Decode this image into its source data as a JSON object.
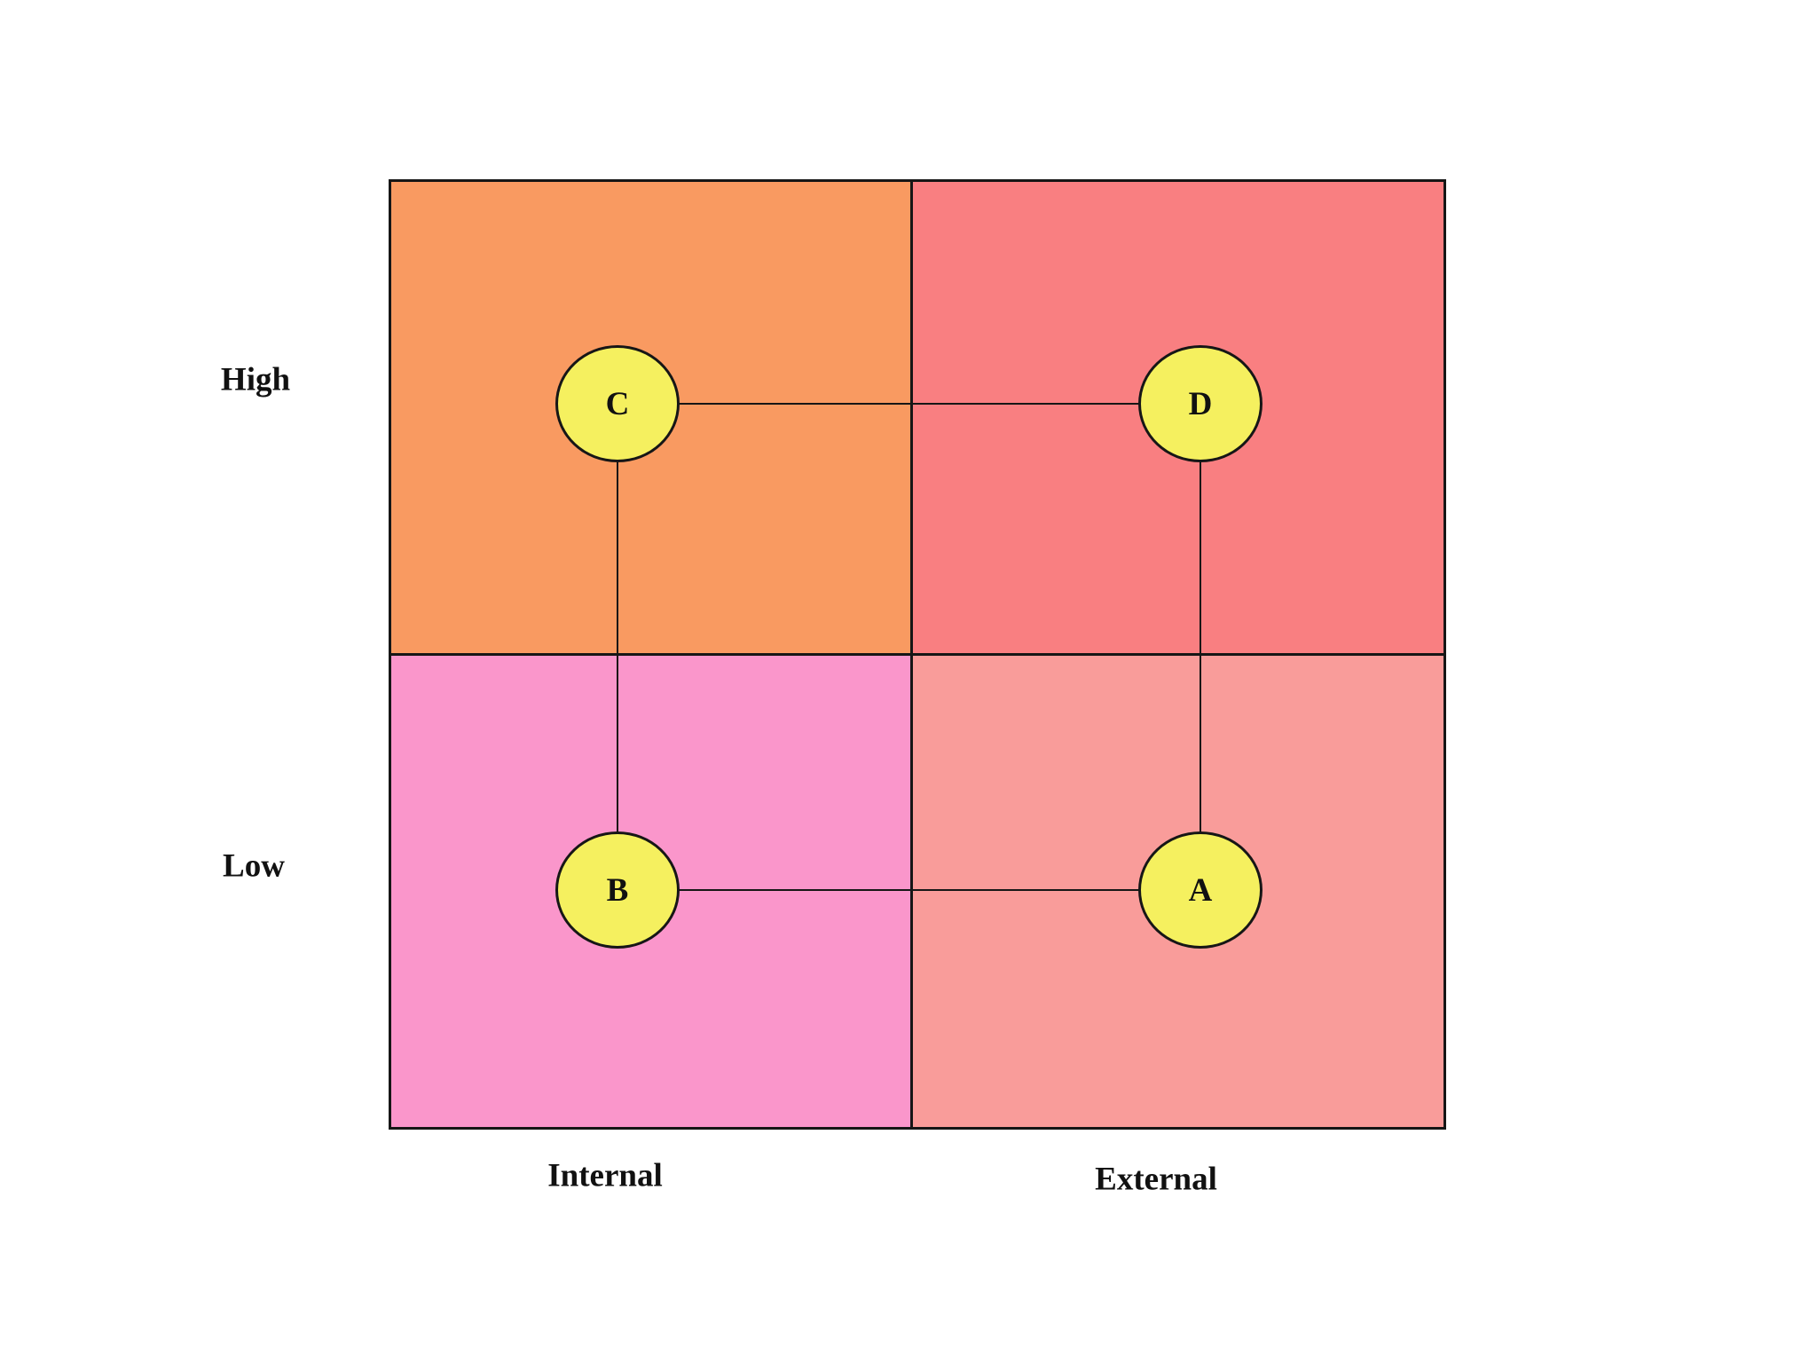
{
  "diagram": {
    "type": "quadrant-matrix",
    "y_axis": {
      "top_label": "High",
      "bottom_label": "Low"
    },
    "x_axis": {
      "left_label": "Internal",
      "right_label": "External"
    },
    "quadrants": [
      {
        "id": "top-left",
        "column": "Internal",
        "row": "High",
        "color": "#F99A61"
      },
      {
        "id": "top-right",
        "column": "External",
        "row": "High",
        "color": "#F97F81"
      },
      {
        "id": "bottom-left",
        "column": "Internal",
        "row": "Low",
        "color": "#FA96CB"
      },
      {
        "id": "bottom-right",
        "column": "External",
        "row": "Low",
        "color": "#F99C9A"
      }
    ],
    "nodes": [
      {
        "label": "C",
        "quadrant": "top-left"
      },
      {
        "label": "D",
        "quadrant": "top-right"
      },
      {
        "label": "B",
        "quadrant": "bottom-left"
      },
      {
        "label": "A",
        "quadrant": "bottom-right"
      }
    ],
    "node_style": {
      "fill": "#F5F05F",
      "border": "#161616"
    },
    "edges": [
      {
        "from": "C",
        "to": "D"
      },
      {
        "from": "C",
        "to": "B"
      },
      {
        "from": "B",
        "to": "A"
      },
      {
        "from": "D",
        "to": "A"
      }
    ],
    "line_color": "#161616"
  }
}
